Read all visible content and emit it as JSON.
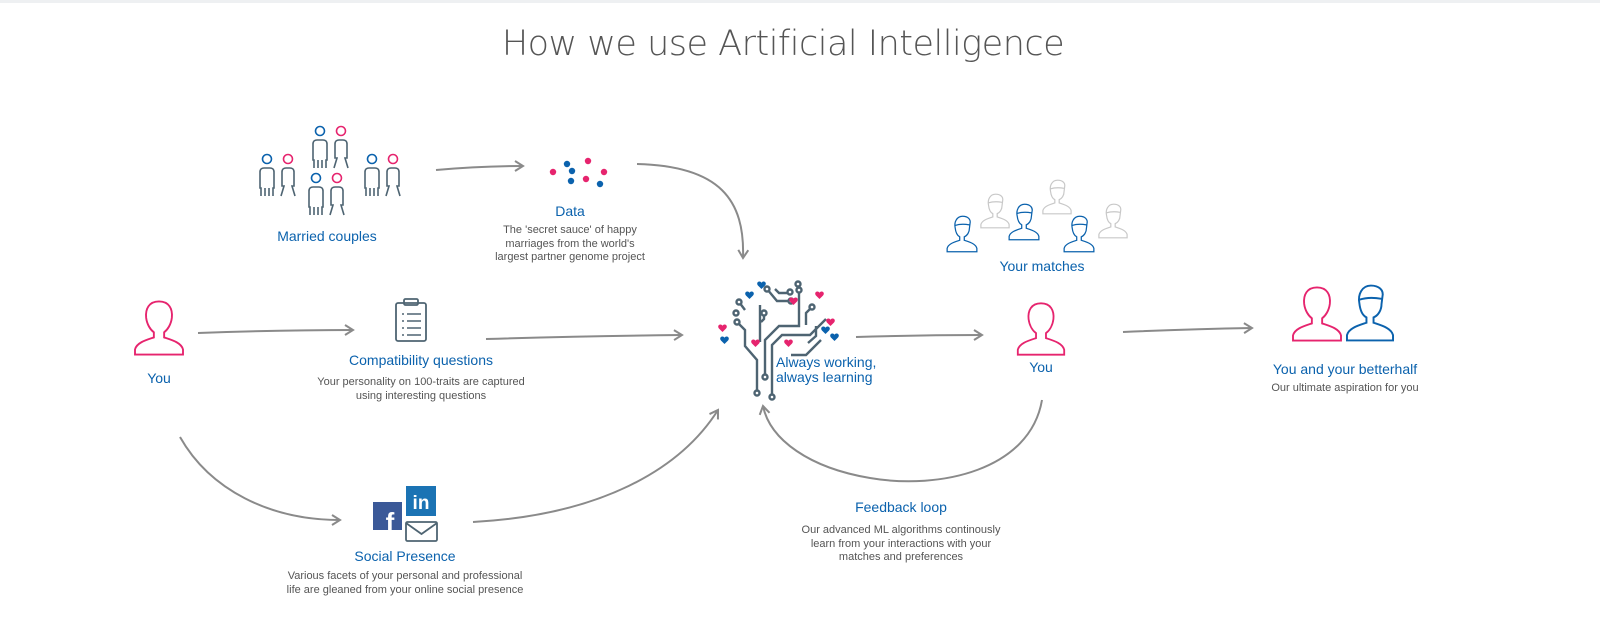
{
  "title": "How we use Artificial Intelligence",
  "colors": {
    "blue": "#0b62ad",
    "pink": "#e6246e",
    "grey_icon": "#4e6472",
    "arrow": "#8a8a8a",
    "faded": "#c8c8c8"
  },
  "nodes": {
    "married_couples": {
      "label": "Married couples"
    },
    "data": {
      "label": "Data",
      "desc": [
        "The 'secret sauce' of happy",
        "marriages from the world's",
        "largest partner genome project"
      ]
    },
    "you_left": {
      "label": "You"
    },
    "compatibility": {
      "label": "Compatibility questions",
      "desc": [
        "Your personality on 100-traits are captured",
        "using interesting questions"
      ]
    },
    "ai": {
      "label": [
        "Always working,",
        "always learning"
      ]
    },
    "social": {
      "label": "Social Presence",
      "desc": [
        "Various facets of your personal and professional",
        "life are gleaned from your online social presence"
      ],
      "linkedin": "in",
      "facebook": "f"
    },
    "matches": {
      "label": "Your matches"
    },
    "you_right": {
      "label": "You"
    },
    "feedback": {
      "label": "Feedback loop",
      "desc": [
        "Our advanced ML algorithms continously",
        "learn from your interactions with your",
        "matches and preferences"
      ]
    },
    "betterhalf": {
      "label": "You and your betterhalf",
      "desc": "Our ultimate aspiration for you"
    }
  }
}
